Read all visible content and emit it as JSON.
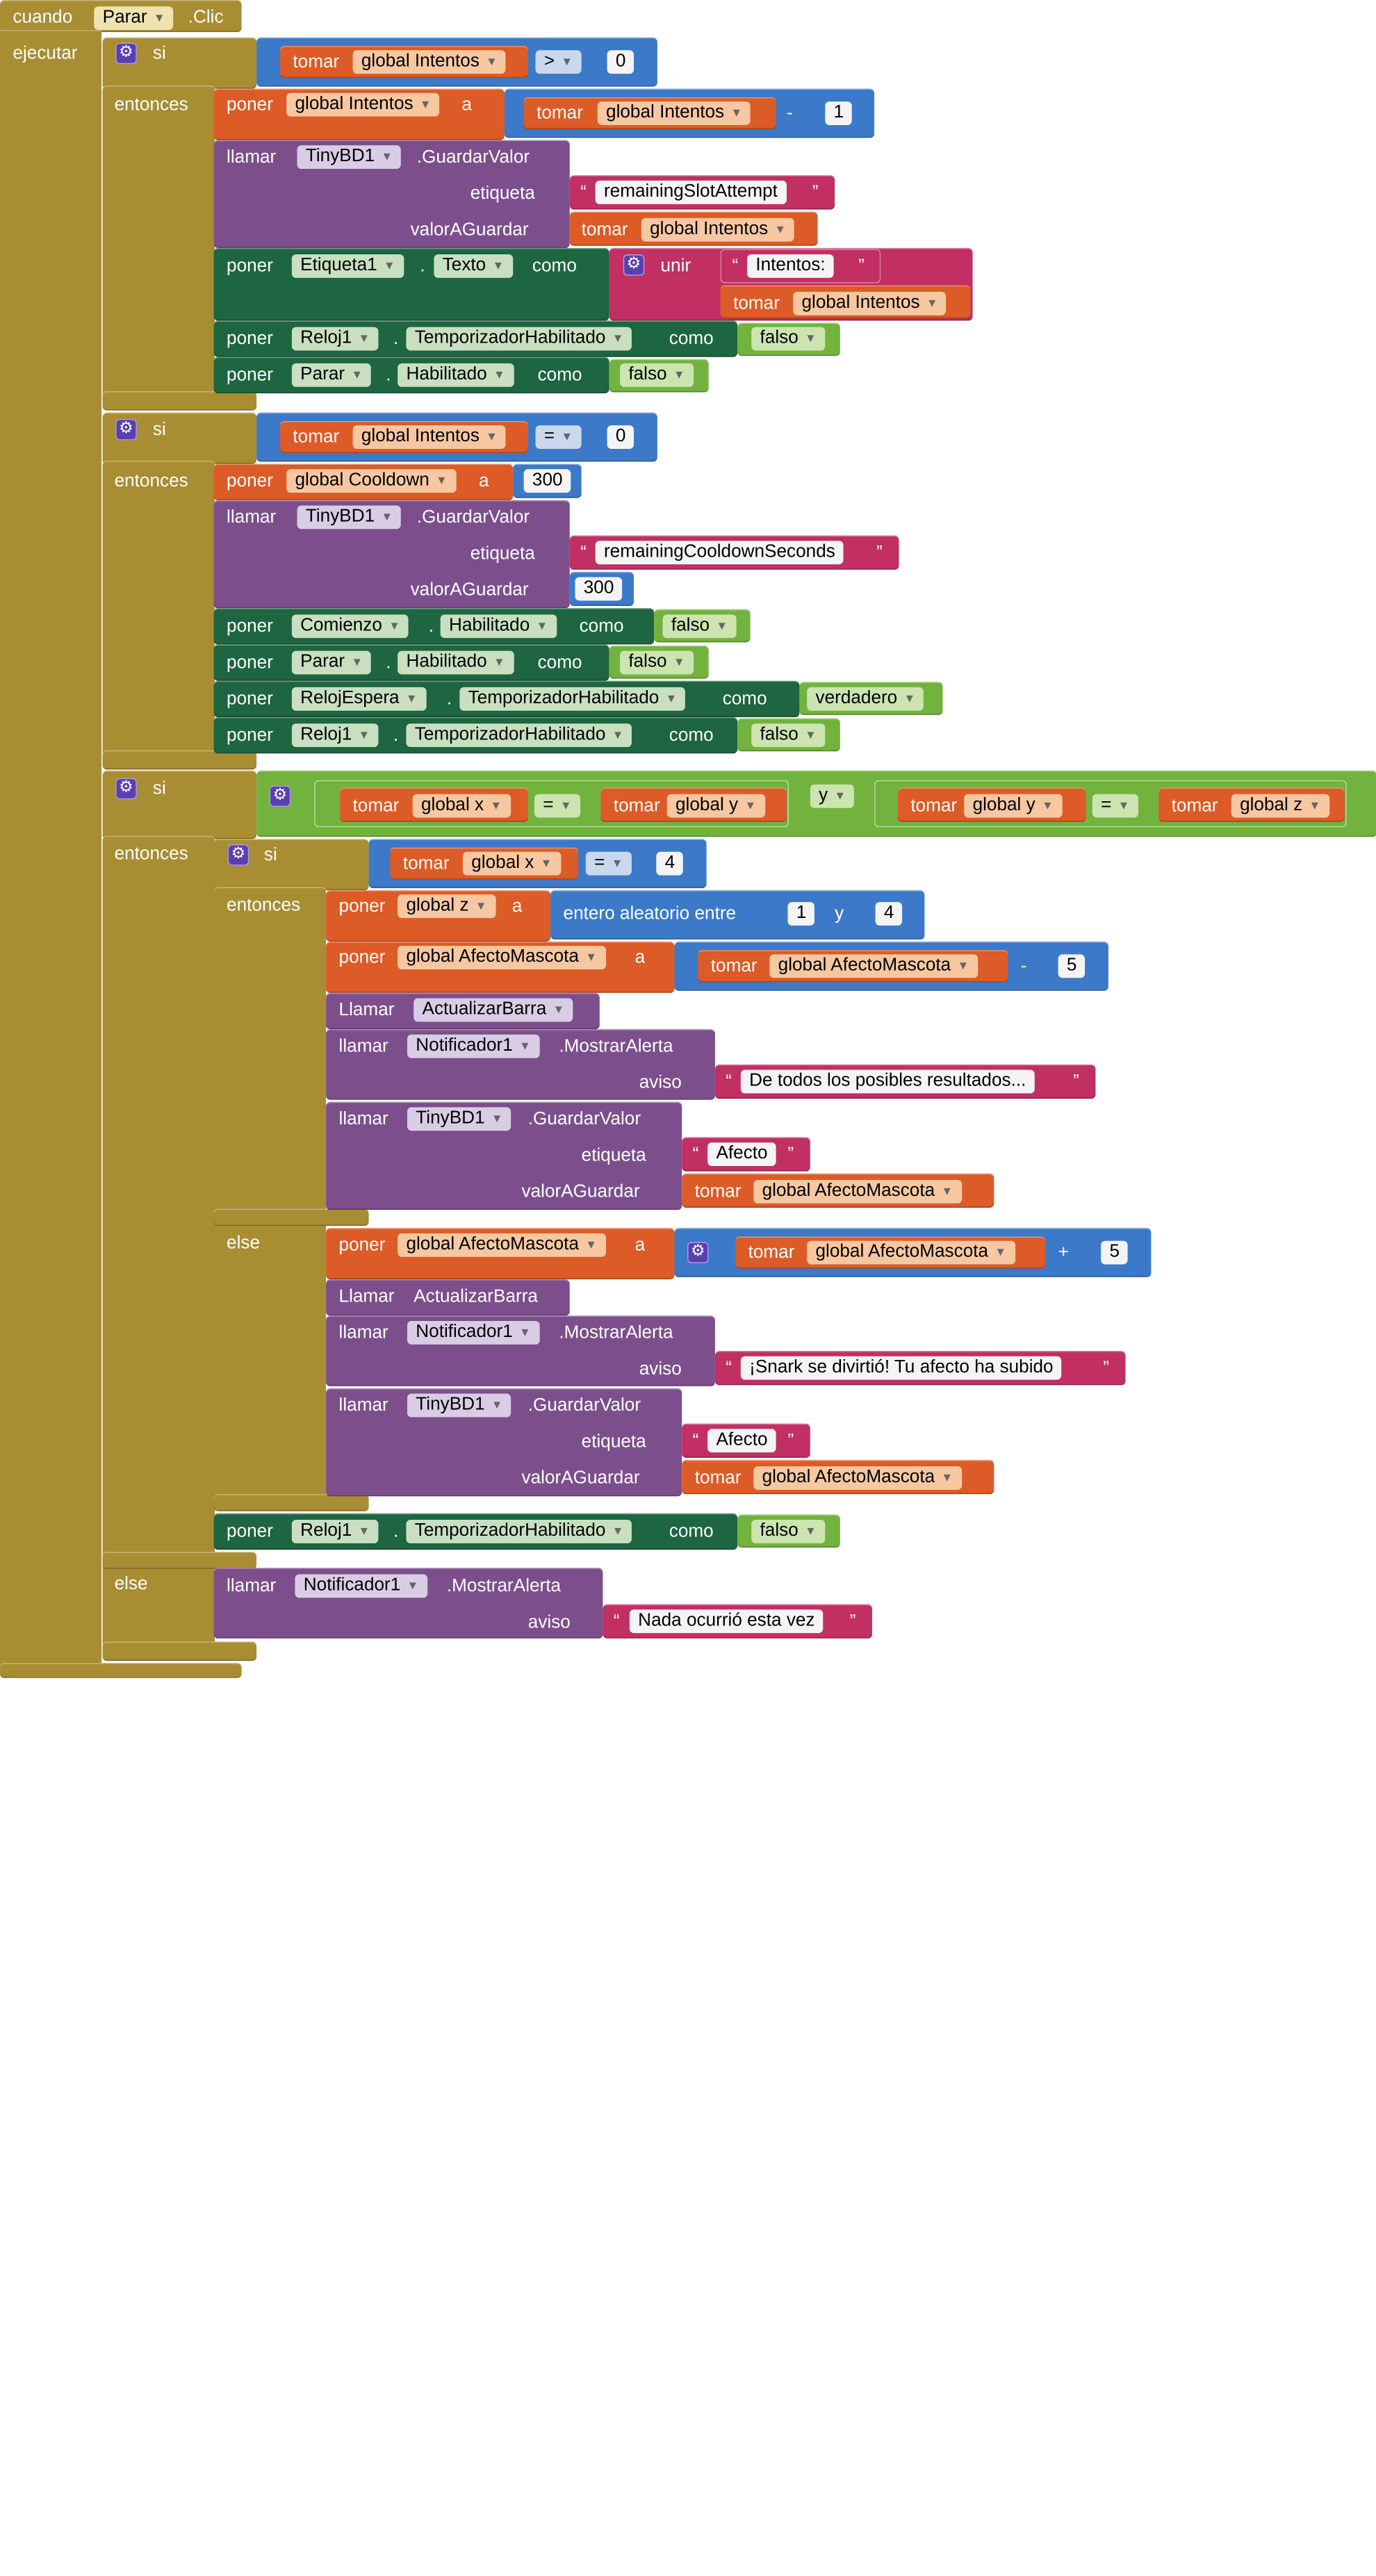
{
  "event": {
    "when": "cuando",
    "component": "Parar",
    "event_name": ".Clic",
    "do": "ejecutar"
  },
  "kw": {
    "if": "si",
    "then": "entonces",
    "else": "else",
    "get": "tomar",
    "set": "poner",
    "to": "a",
    "call_lc": "llamar",
    "call_uc": "Llamar",
    "as": "como",
    "join": "unir",
    "and": "y",
    "random": "entero aleatorio entre",
    "random_and": "y",
    "tag": "etiqueta",
    "value": "valorAGuardar",
    "notice": "aviso",
    "open_quote": "“",
    "close_quote": "”"
  },
  "vars": {
    "intentos": "global Intentos",
    "cooldown": "global Cooldown",
    "x": "global x",
    "y": "global y",
    "z": "global z",
    "afecto": "global AfectoMascota"
  },
  "components": {
    "tiny": "TinyBD1",
    "etiqueta1": "Etiqueta1",
    "reloj1": "Reloj1",
    "parar": "Parar",
    "comienzo": "Comienzo",
    "relojespera": "RelojEspera",
    "notificador": "Notificador1"
  },
  "props": {
    "texto": "Texto",
    "temporizador": "TemporizadorHabilitado",
    "habilitado": "Habilitado"
  },
  "methods": {
    "store": ".GuardarValor",
    "alert": ".MostrarAlerta",
    "proc": "ActualizarBarra",
    "dot": "."
  },
  "ops": {
    "gt": ">",
    "eq": "=",
    "minus": "-",
    "plus": "+"
  },
  "bools": {
    "false": "falso",
    "true": "verdadero"
  },
  "nums": {
    "zero": "0",
    "one": "1",
    "four": "4",
    "five": "5",
    "three_hundred": "300"
  },
  "strings": {
    "slot": "remainingSlotAttempt",
    "intentos_label": "Intentos:",
    "cooldown_sec": "remainingCooldownSeconds",
    "afecto": "Afecto",
    "todos": "De todos los posibles resultados...",
    "snark": "¡Snark se divirtió! Tu afecto ha subido",
    "nada": "Nada ocurrió esta vez"
  },
  "colors": {
    "control": "#a88d33",
    "variable": "#dc5b26",
    "procedure_call": "#7c4f8c",
    "component_setter": "#1e6541",
    "logic": "#72b33d",
    "math": "#3c79c8",
    "text": "#c12f63"
  }
}
